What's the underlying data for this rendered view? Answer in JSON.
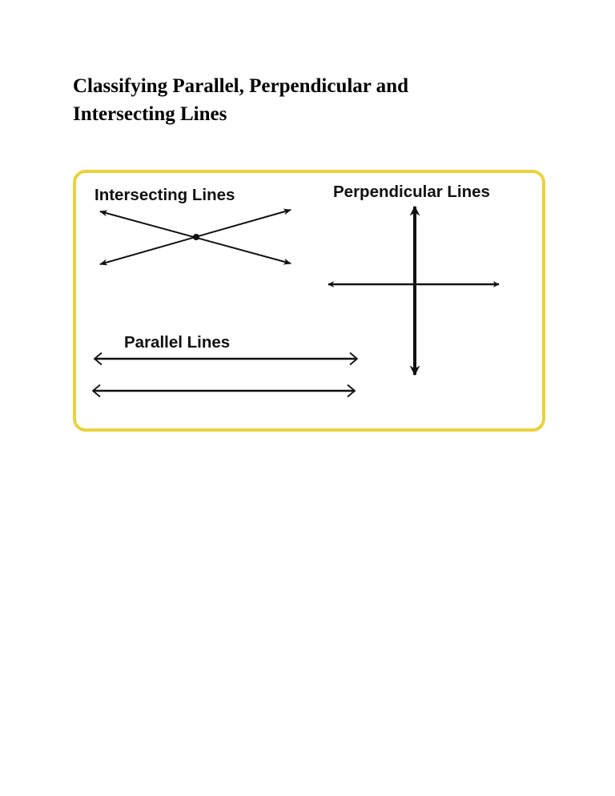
{
  "document": {
    "title_line1": "Classifying Parallel, Perpendicular and",
    "title_line2": "Intersecting Lines"
  },
  "diagram": {
    "border_color": "#e9d23f",
    "labels": {
      "intersecting": "Intersecting Lines",
      "perpendicular": "Perpendicular Lines",
      "parallel": "Parallel Lines"
    }
  }
}
